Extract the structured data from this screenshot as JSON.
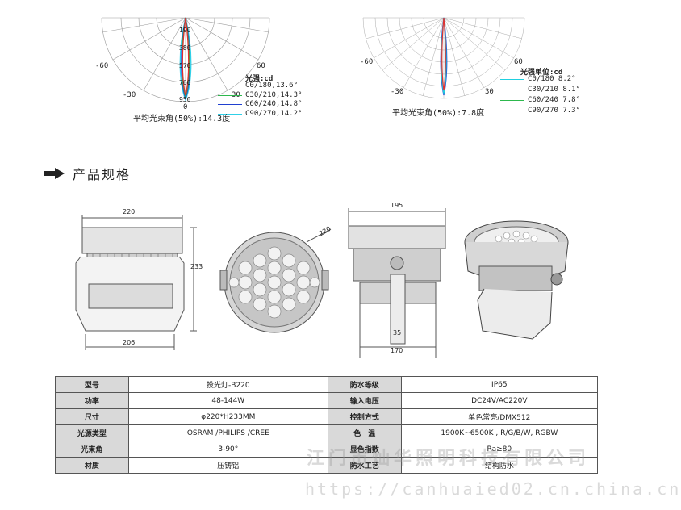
{
  "polar_left": {
    "angle_labels": [
      "-60",
      "-30",
      "0",
      "30",
      "60"
    ],
    "ring_labels": [
      "190",
      "380",
      "570",
      "760",
      "950"
    ],
    "unit": "光强:cd",
    "legend": [
      {
        "label": "C0/180,13.6°",
        "color": "#e03030"
      },
      {
        "label": "C30/210,14.3°",
        "color": "#2db84d"
      },
      {
        "label": "C60/240,14.8°",
        "color": "#2040d0"
      },
      {
        "label": "C90/270,14.2°",
        "color": "#30d0e8"
      }
    ],
    "caption": "平均光束角(50%):14.3度"
  },
  "polar_right": {
    "angle_labels": [
      "-60",
      "-30",
      "30",
      "60"
    ],
    "unit": "光强单位:cd",
    "legend": [
      {
        "label": "C0/180 8.2°",
        "color": "#20d0e0"
      },
      {
        "label": "C30/210 8.1°",
        "color": "#e03030"
      },
      {
        "label": "C60/240 7.8°",
        "color": "#2db84d"
      },
      {
        "label": "C90/270 7.3°",
        "color": "#e05050"
      }
    ],
    "caption": "平均光束角(50%):7.8度"
  },
  "section_title": "产品规格",
  "dimensions": {
    "side_width_top": "220",
    "side_height": "233",
    "side_width_bottom": "206",
    "front_diameter": "220",
    "back_width_top": "195",
    "back_bracket": "35",
    "back_width_bottom": "170"
  },
  "spec_table": [
    [
      "型号",
      "投光灯-B220",
      "防水等级",
      "IP65"
    ],
    [
      "功率",
      "48-144W",
      "输入电压",
      "DC24V/AC220V"
    ],
    [
      "尺寸",
      "φ220*H233MM",
      "控制方式",
      "单色常亮/DMX512"
    ],
    [
      "光源类型",
      "OSRAM /PHILIPS /CREE",
      "色　温",
      "1900K~6500K , R/G/B/W, RGBW"
    ],
    [
      "光束角",
      "3-90°",
      "显色指数",
      "Ra≥80"
    ],
    [
      "材质",
      "压铸铝",
      "防水工艺",
      "结构防水"
    ]
  ],
  "watermark_company": "江门市灿华照明科技有限公司",
  "watermark_url": "https://canhuaied02.cn.china.cn"
}
